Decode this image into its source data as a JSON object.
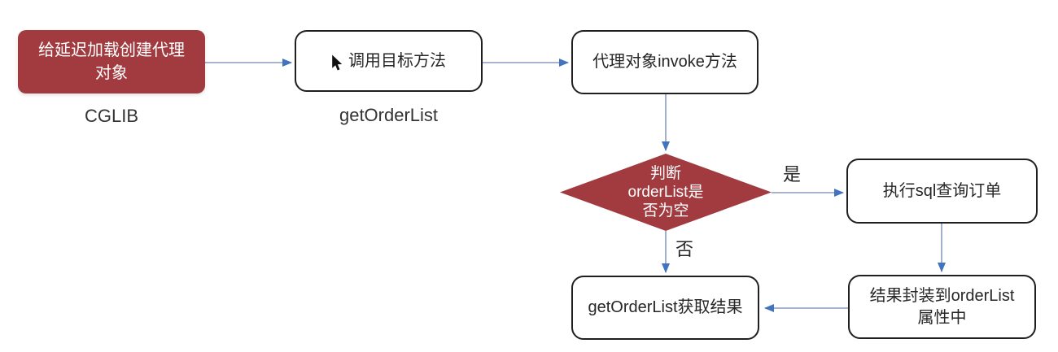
{
  "colors": {
    "node_red": "#A23B3F",
    "node_border": "#1F1F1F",
    "text_dark": "#262626",
    "text_light": "#FFFFFF",
    "caption_text": "#333333",
    "arrow_line": "#8C9CBE",
    "arrow_head": "#4173BE",
    "cursor_icon": "#111111"
  },
  "nodes": {
    "create_proxy": {
      "label": "给延迟加载创建代理\n对象",
      "caption": "CGLIB"
    },
    "call_target": {
      "label": "调用目标方法",
      "caption": "getOrderList",
      "icon": "cursor-pointer"
    },
    "invoke": {
      "label": "代理对象invoke方法"
    },
    "decision": {
      "label": "判断\norderList是\n否为空"
    },
    "exec_sql": {
      "label": "执行sql查询订单"
    },
    "wrap_result": {
      "label": "结果封装到orderList\n属性中"
    },
    "get_result": {
      "label": "getOrderList获取结果"
    }
  },
  "edges": [
    {
      "from": "create_proxy",
      "to": "call_target",
      "label": ""
    },
    {
      "from": "call_target",
      "to": "invoke",
      "label": ""
    },
    {
      "from": "invoke",
      "to": "decision",
      "label": ""
    },
    {
      "from": "decision",
      "to": "exec_sql",
      "label": "是"
    },
    {
      "from": "exec_sql",
      "to": "wrap_result",
      "label": ""
    },
    {
      "from": "decision",
      "to": "get_result",
      "label": "否"
    },
    {
      "from": "wrap_result",
      "to": "get_result",
      "label": ""
    }
  ]
}
